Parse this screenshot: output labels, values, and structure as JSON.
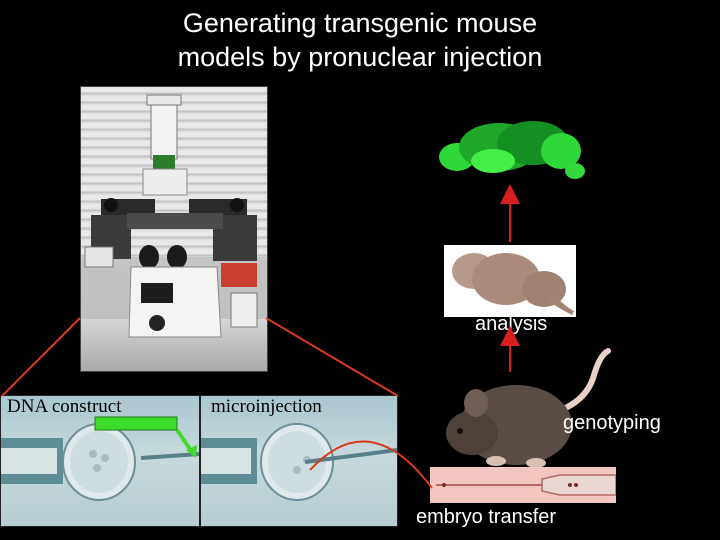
{
  "title": {
    "line1": "Generating transgenic mouse",
    "line2": "models   by pronuclear injection"
  },
  "images": {
    "microscope": "microscope-photo",
    "dna_panel": "embryo-micrograph-dna",
    "injection_panel": "embryo-micrograph-injection",
    "gfp_brain": "gfp-brain-section",
    "brain": "mouse-brain-photo",
    "mouse": "mouse-photo",
    "pipette": "transfer-pipette-photo"
  },
  "labels": {
    "dna_construct": "DNA construct",
    "microinjection": "microinjection",
    "analysis": "analysis",
    "genotyping": "genotyping",
    "embryo_transfer": "embryo transfer"
  },
  "colors": {
    "background": "#000000",
    "connector_lines": "#d83a1a",
    "arrows": "#d81e1e",
    "dna_highlight": "#3fdc2c",
    "gfp": "#35e23a"
  }
}
